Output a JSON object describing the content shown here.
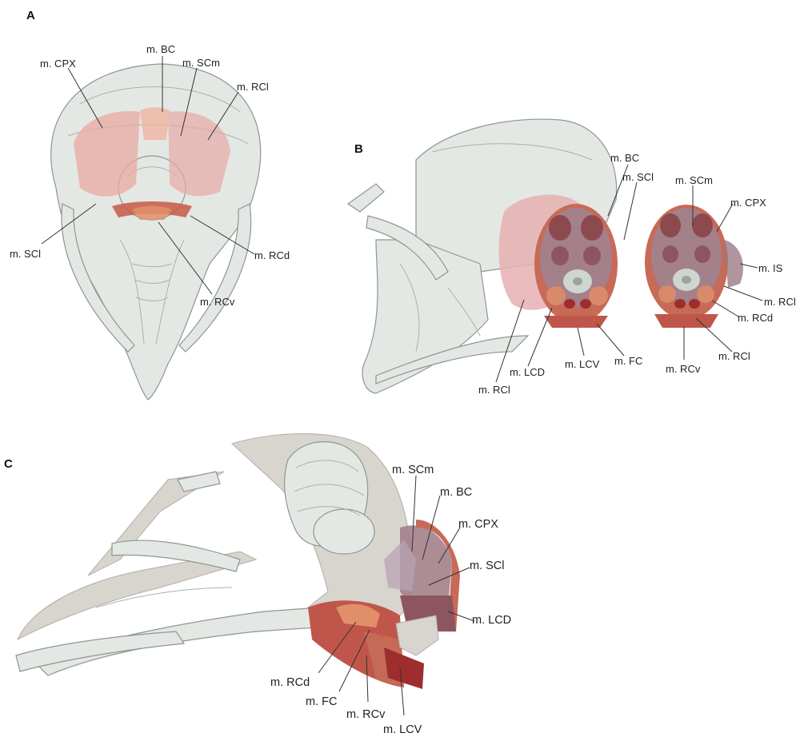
{
  "panels": {
    "a": {
      "letter": "A",
      "labels": [
        "m. CPX",
        "m. BC",
        "m. SCm",
        "m. RCl",
        "m. SCl",
        "m. RCd",
        "m. RCv"
      ]
    },
    "b": {
      "letter": "B",
      "labels": [
        "m. BC",
        "m. SCl",
        "m. SCm",
        "m. CPX",
        "m. IS",
        "m. RCl",
        "m. RCd",
        "m. RCl",
        "m. RCv",
        "m. FC",
        "m. LCV",
        "m. LCD",
        "m. RCl"
      ]
    },
    "c": {
      "letter": "C",
      "labels": [
        "m. SCm",
        "m. BC",
        "m. CPX",
        "m. SCl",
        "m. LCD",
        "m. RCd",
        "m. FC",
        "m. RCv",
        "m. LCV"
      ]
    }
  },
  "colors": {
    "bone": "#e4e8e4",
    "bone_outline": "#8e9690",
    "cut_surface": "#d8d5cf",
    "muscle_pink": "#e7b4b2",
    "muscle_salmon": "#f0a58e",
    "muscle_mauve": "#a97f8c",
    "muscle_dark": "#8c4a4e",
    "muscle_brick": "#c46a56",
    "muscle_deep_red": "#9e2d2d",
    "muscle_orange": "#d98a6a"
  }
}
